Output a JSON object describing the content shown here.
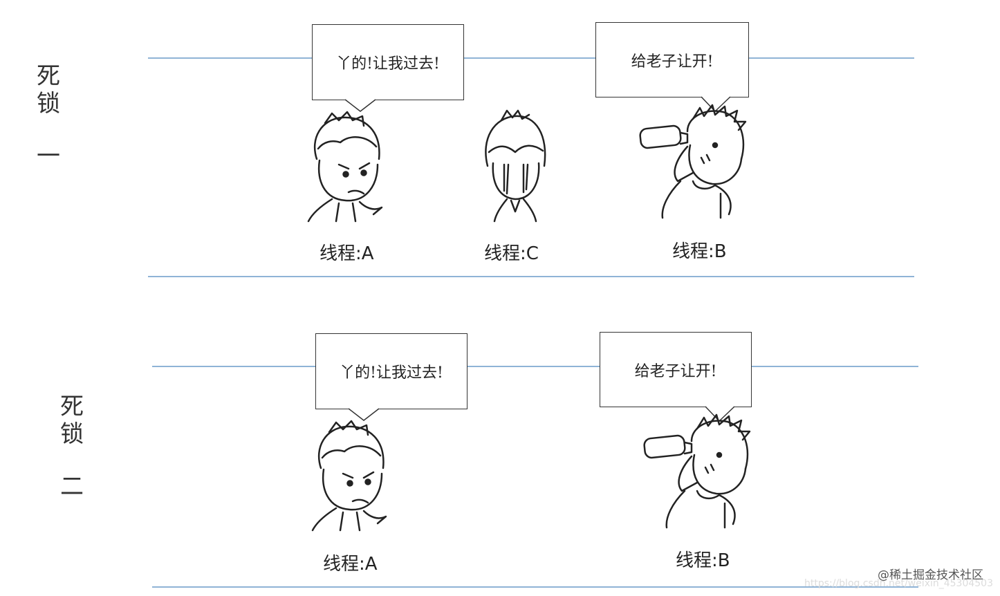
{
  "panel1": {
    "label_chars": [
      "死",
      "锁",
      "一"
    ],
    "bubble_a": "丫的!让我过去!",
    "bubble_b": "给老子让开!",
    "thread_a": "线程:A",
    "thread_c": "线程:C",
    "thread_b": "线程:B"
  },
  "panel2": {
    "label_chars": [
      "死",
      "锁",
      "二"
    ],
    "bubble_a": "丫的!让我过去!",
    "bubble_b": "给老子让开!",
    "thread_a": "线程:A",
    "thread_b": "线程:B"
  },
  "watermark": "@稀土掘金技术社区",
  "faint_url": "https://blog.csdn.net/weixin_45304503",
  "colors": {
    "line": "#8fb3d6",
    "ink": "#222222"
  }
}
